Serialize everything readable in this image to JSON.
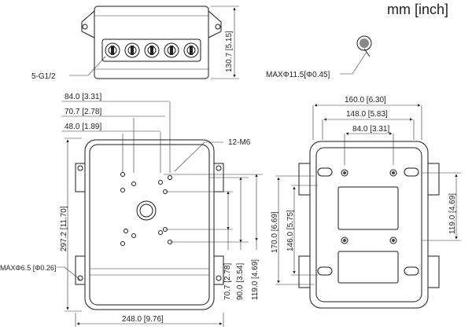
{
  "units_label": "mm [inch]",
  "top_view": {
    "height_label": "130.7 [5.15]",
    "thread_label": "5-G1/2"
  },
  "grommet_label": "MAXΦ11.5[Φ0.45]",
  "left_view": {
    "width_top_1": "84.0 [3.31]",
    "width_top_2": "70.7 [2.78]",
    "width_top_3": "48.0 [1.89]",
    "screw_label": "12-M6",
    "height_label": "297.2 [11.70]",
    "hole_label": "MAXΦ6.5 [Φ0.26]",
    "vert_1": "70.7 [2.78]",
    "vert_2": "90.0 [3.54]",
    "vert_3": "119.0 [4.69]",
    "width_bottom": "248.0 [9.76]"
  },
  "right_view": {
    "width_1": "160.0 [6.30]",
    "width_2": "148.0 [5.83]",
    "width_3": "84.0 [3.31]",
    "vert_1": "170.0 [6.69]",
    "vert_2": "146.0 [5.75]",
    "vert_3": "119.0 [4.69]"
  }
}
